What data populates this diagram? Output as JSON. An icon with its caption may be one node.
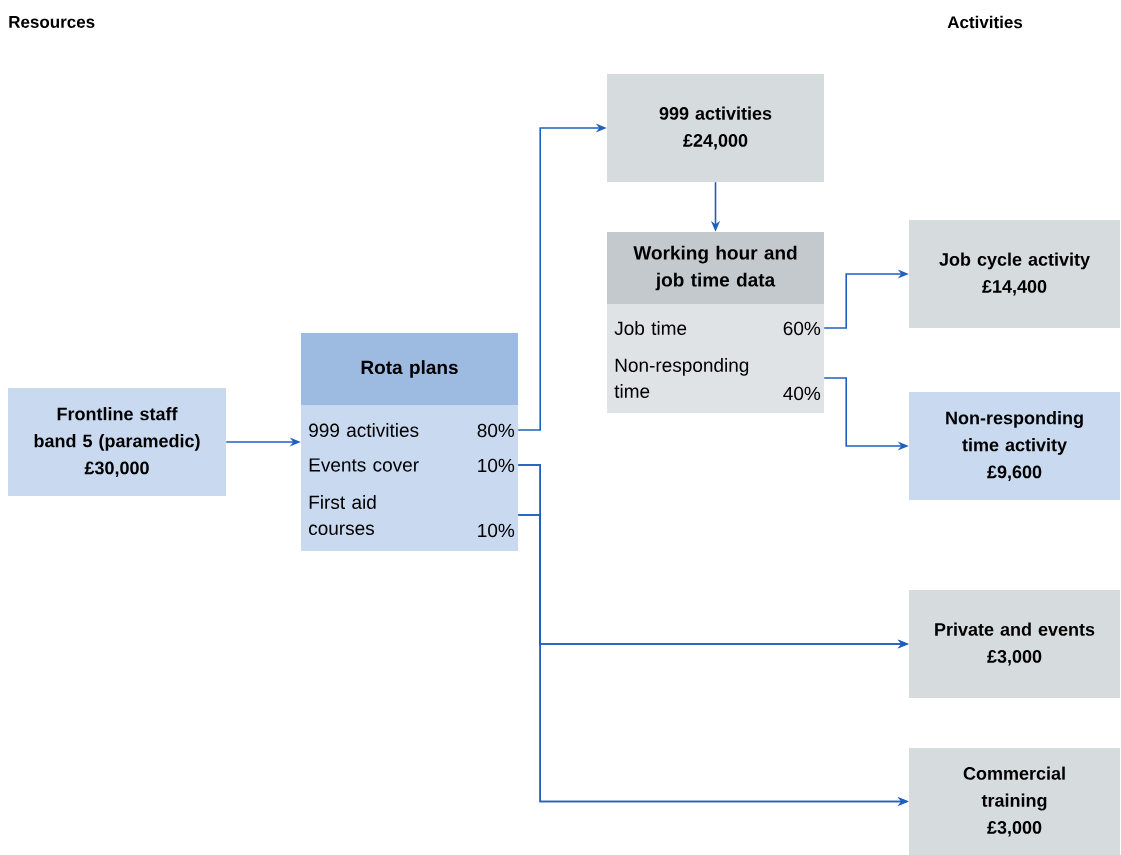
{
  "diagram": {
    "nodes": [
      {
        "text": [
          "Frontline staff band 5 (paramedic)",
          "£30,000"
        ]
      },
      {
        "text": [
          "Rota plans"
        ]
      },
      {
        "text": [
          "999 activities",
          "80%"
        ],
        "in": 1
      },
      {
        "text": [
          "Events cover",
          "10%"
        ],
        "in": 1
      },
      {
        "text": [
          "First aid courses",
          "10%"
        ],
        "in": 1
      },
      {
        "text": [
          "999 activities",
          "£24,000"
        ]
      },
      {
        "text": [
          "Working hour and job time data"
        ]
      },
      {
        "text": [
          "Job time",
          "60%"
        ],
        "in": 6
      },
      {
        "text": [
          "Non-responding time",
          "40%"
        ],
        "in": 6
      },
      {
        "text": [
          "Job cycle activity",
          "£14,400"
        ]
      },
      {
        "text": [
          "Non-responding time activity",
          "£9,600"
        ]
      },
      {
        "text": [
          "Private and events",
          "£3,000"
        ]
      },
      {
        "text": [
          "Commercial training",
          "£3,000"
        ]
      }
    ],
    "edges": [
      {
        "from": 0,
        "to": 1,
        "arrow": "to"
      },
      {
        "from": 2,
        "to": 5,
        "arrow": "to"
      },
      {
        "from": 5,
        "to": 6,
        "arrow": "to"
      },
      {
        "from": 7,
        "to": 9,
        "arrow": "to"
      },
      {
        "from": 8,
        "to": 10,
        "arrow": "to"
      },
      {
        "from": 3,
        "to": 11,
        "arrow": "to"
      },
      {
        "from": 3,
        "to": 12,
        "arrow": "to"
      },
      {
        "from": 4,
        "to": 11,
        "arrow": "to"
      },
      {
        "from": 4,
        "to": 12,
        "arrow": "to"
      }
    ],
    "labels": [
      "Resources",
      "Activities"
    ]
  }
}
